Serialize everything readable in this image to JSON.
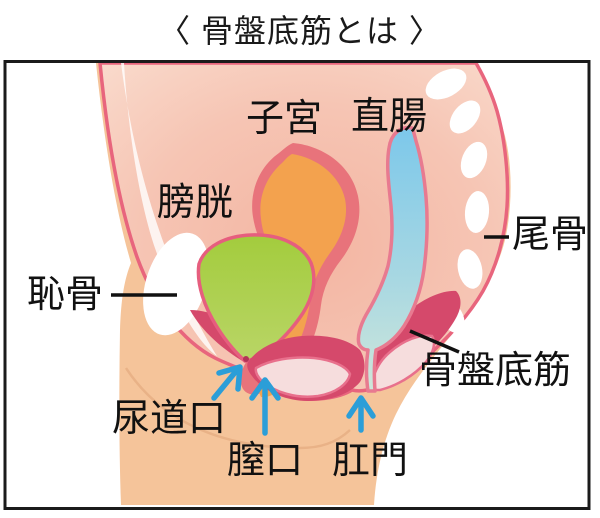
{
  "title": "〈 骨盤底筋とは 〉",
  "diagram": {
    "description": "Side cross-section of female pelvis showing pelvic floor muscles",
    "labels": {
      "uterus": "子宮",
      "rectum": "直腸",
      "bladder": "膀胱",
      "coccyx": "尾骨",
      "pubic_bone": "恥骨",
      "pelvic_floor": "骨盤底筋",
      "urethral_opening": "尿道口",
      "vaginal_opening": "膣口",
      "anus": "肛門"
    },
    "colors": {
      "bladder_green": "#a7cd42",
      "uterus_orange": "#f3a24e",
      "uterus_outline_salmon": "#e8737b",
      "rectum_blue": "#7dc8ea",
      "pelvic_floor_rose": "#d5496b",
      "body_pink": "#f6c5b4",
      "organ_outline_pink": "#e8657d",
      "skin_tan": "#f5c49a",
      "bone_white": "#ffffff",
      "arrow_blue": "#2b9ed8",
      "frame_black": "#1b1b1b"
    }
  }
}
